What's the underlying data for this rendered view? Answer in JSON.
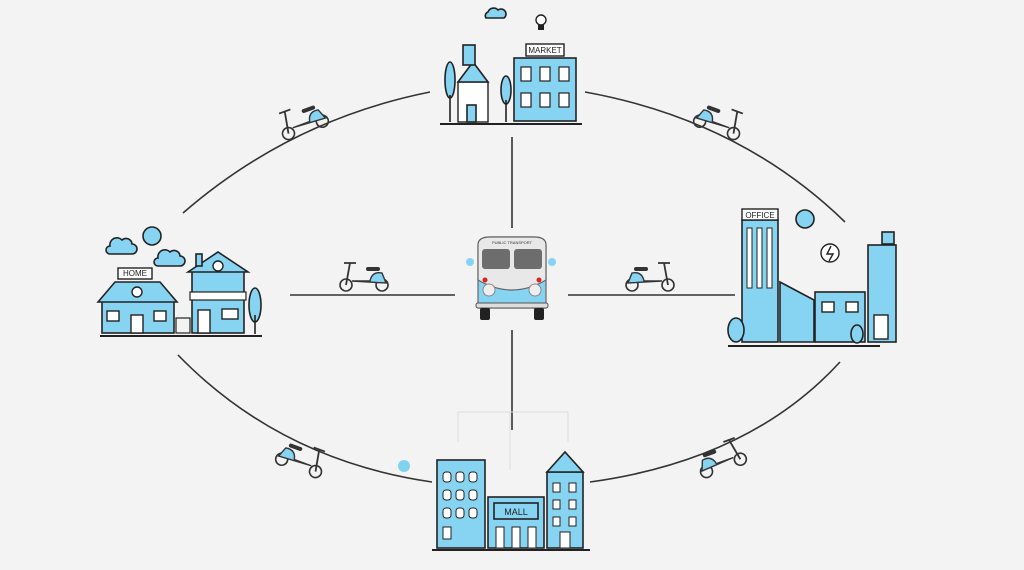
{
  "labels": {
    "market": "MARKET",
    "home": "HOME",
    "office": "OFFICE",
    "mall": "MALL",
    "bus": "PUBLIC TRANSPORT"
  },
  "colors": {
    "accent": "#86d4f2",
    "line": "#333333",
    "background": "#f3f3f3"
  }
}
